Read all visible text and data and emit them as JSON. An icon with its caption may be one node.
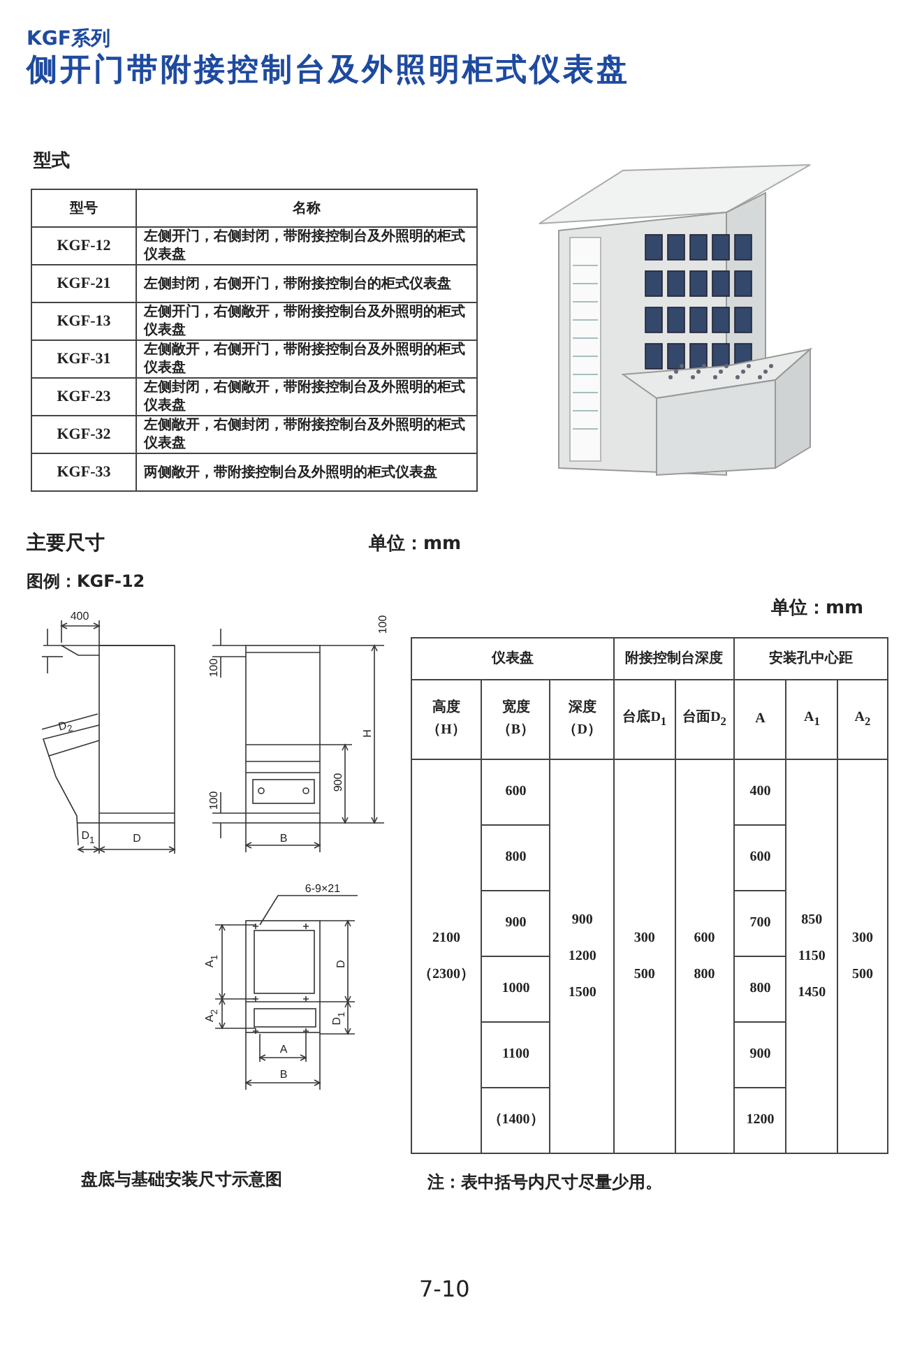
{
  "diagram": {
    "title": "侧开门带附接控制台及外照明柜式仪表盘",
    "labels": [
      "KGF系列",
      "型式",
      "型号",
      "名称",
      "KGF-12",
      "左侧开门，右侧封闭，带附接控制台及外照明的柜式仪表盘",
      "KGF-21",
      "左侧封闭，右侧开门，带附接控制台的柜式仪表盘",
      "KGF-13",
      "左侧开门，右侧敞开，带附接控制台及外照明的柜式仪表盘",
      "KGF-31",
      "左侧敞开，右侧开门，带附接控制台及外照明的柜式仪表盘",
      "KGF-23",
      "左侧封闭，右侧敞开，带附接控制台及外照明的柜式仪表盘",
      "KGF-32",
      "左侧敞开，右侧封闭，带附接控制台及外照明的柜式仪表盘",
      "KGF-33",
      "两侧敞开，带附接控制台及外照明的柜式仪表盘",
      "主要尺寸",
      "单位：mm",
      "图例：KGF-12",
      "400",
      "D$_{2}$",
      "D$_{1}$",
      "D",
      "100",
      "100",
      "H",
      "900",
      "100",
      "B",
      "6-9×21",
      "A$_{1}$",
      "A$_{2}$",
      "D",
      "D$_{1}$",
      "A",
      "B",
      "盘底与基础安装尺寸示意图",
      "单位：mm",
      "仪表盘",
      "附接控制台深度",
      "安装孔中心距",
      "高度（H）",
      "宽度（B）",
      "深度（D）",
      "台底D$_{1}$",
      "台面D$_{2}$",
      "A",
      "A$_{1}$",
      "A$_{2}$",
      "2100 （2300）",
      "600",
      "900 1200 1500",
      "300 500",
      "600 800",
      "400",
      "850 1150 1450",
      "300 500",
      "800",
      "600",
      "900",
      "700",
      "1000",
      "800",
      "1100",
      "900",
      "（1400）",
      "1200",
      "注：表中括号内尺寸尽量少用。",
      "7-10"
    ]
  }
}
